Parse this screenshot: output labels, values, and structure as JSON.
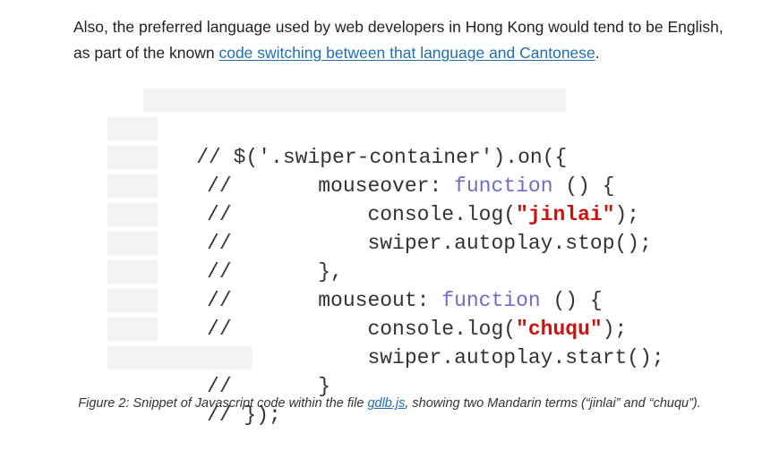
{
  "paragraph": {
    "text_before": "Also, the preferred language used by web developers in Hong Kong would tend to be English, as part of the known ",
    "link_text": "code switching between that language and Cantonese",
    "text_after": "."
  },
  "code": {
    "line1": "// $('.swiper-container').on({",
    "line2_prefix": " //       mouseover: ",
    "line2_kw": "function",
    "line2_suffix": " () {",
    "line3_prefix": " //           console.log(",
    "line3_str": "\"jinlai\"",
    "line3_suffix": ");",
    "line4": " //           swiper.autoplay.stop();",
    "line5": " //       },",
    "line6_prefix": " //       mouseout: ",
    "line6_kw": "function",
    "line6_suffix": " () {",
    "line7_prefix": " //           console.log(",
    "line7_str": "\"chuqu\"",
    "line7_suffix": ");",
    "line8": " //           swiper.autoplay.start();",
    "line9": " //       }",
    "line10": " // });"
  },
  "caption": {
    "text_before": "Figure 2: Snippet of Javascript code within the file ",
    "link_text": "gdlb.js",
    "text_after": ", showing two Mandarin terms (“jinlai” and “chuqu”)."
  },
  "colors": {
    "link": "#1f6fae",
    "keyword": "#6e6ec7",
    "string": "#cc1111",
    "code_background": "#f3f3f3"
  }
}
